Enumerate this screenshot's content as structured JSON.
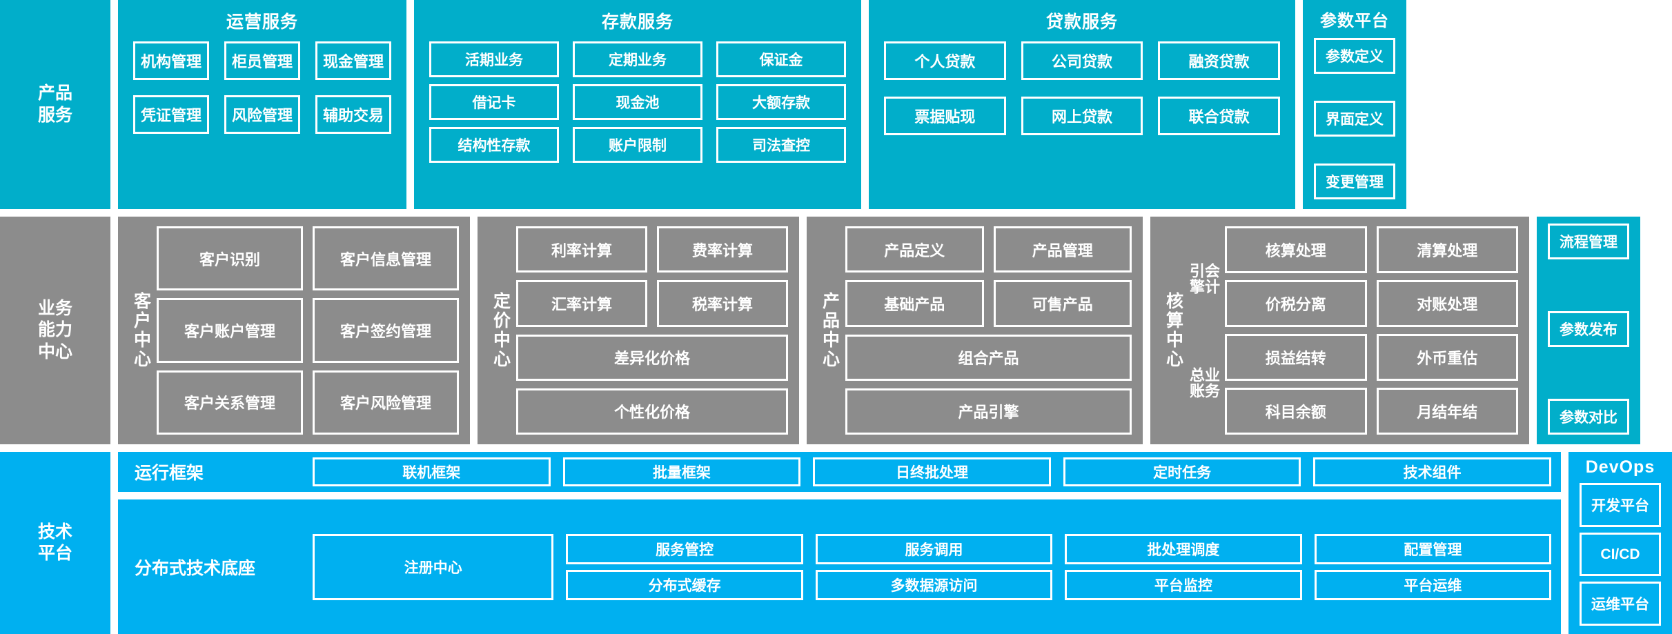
{
  "layers": {
    "product_services": {
      "spine_label": "产品\n服务",
      "groups": [
        {
          "title": "运营服务",
          "items": [
            "机构管理",
            "柜员管理",
            "现金管理",
            "凭证管理",
            "风险管理",
            "辅助交易"
          ]
        },
        {
          "title": "存款服务",
          "items": [
            "活期业务",
            "定期业务",
            "保证金",
            "借记卡",
            "现金池",
            "大额存款",
            "结构性存款",
            "账户限制",
            "司法查控"
          ]
        },
        {
          "title": "贷款服务",
          "items": [
            "个人贷款",
            "公司贷款",
            "融资贷款",
            "票据贴现",
            "网上贷款",
            "联合贷款"
          ]
        }
      ]
    },
    "business_capability": {
      "spine_label": "业务\n能力\n中心",
      "centers": [
        {
          "name": "客户中心",
          "rows": [
            [
              "客户识别",
              "客户信息管理"
            ],
            [
              "客户账户管理",
              "客户签约管理"
            ],
            [
              "客户关系管理",
              "客户风险管理"
            ]
          ]
        },
        {
          "name": "定价中心",
          "rows": [
            [
              "利率计算",
              "费率计算"
            ],
            [
              "汇率计算",
              "税率计算"
            ],
            [
              "差异化价格"
            ],
            [
              "个性化价格"
            ]
          ]
        },
        {
          "name": "产品中心",
          "rows": [
            [
              "产品定义",
              "产品管理"
            ],
            [
              "基础产品",
              "可售产品"
            ],
            [
              "组合产品"
            ],
            [
              "产品引擎"
            ]
          ]
        },
        {
          "name": "核算中心",
          "sub_labels": [
            "会计引擎",
            "业务总账"
          ],
          "rows": [
            [
              "核算处理",
              "清算处理"
            ],
            [
              "价税分离",
              "对账处理"
            ],
            [
              "损益结转",
              "外币重估"
            ],
            [
              "科目余额",
              "月结年结"
            ]
          ]
        }
      ]
    },
    "technical_platform": {
      "spine_label": "技术\n平台",
      "bands": [
        {
          "label": "运行框架",
          "items": [
            "联机框架",
            "批量框架",
            "日终批处理",
            "定时任务",
            "技术组件"
          ]
        },
        {
          "label": "分布式技术底座",
          "first_item": "注册中心",
          "columns": [
            [
              "服务管控",
              "分布式缓存"
            ],
            [
              "服务调用",
              "多数据源访问"
            ],
            [
              "批处理调度",
              "平台监控"
            ],
            [
              "配置管理",
              "平台运维"
            ]
          ]
        }
      ]
    }
  },
  "right_panels": {
    "param_platform": {
      "title": "参数平台",
      "items": [
        "参数定义",
        "界面定义",
        "变更管理",
        "流程管理",
        "参数发布",
        "参数对比"
      ]
    },
    "devops": {
      "title": "DevOps",
      "items": [
        "开发平台",
        "CI/CD",
        "运维平台"
      ]
    }
  },
  "colors": {
    "teal": "#01AECA",
    "gray": "#8C8C8C",
    "blue": "#00B0F0",
    "border": "#FFFFFF",
    "text": "#FFFFFF"
  }
}
